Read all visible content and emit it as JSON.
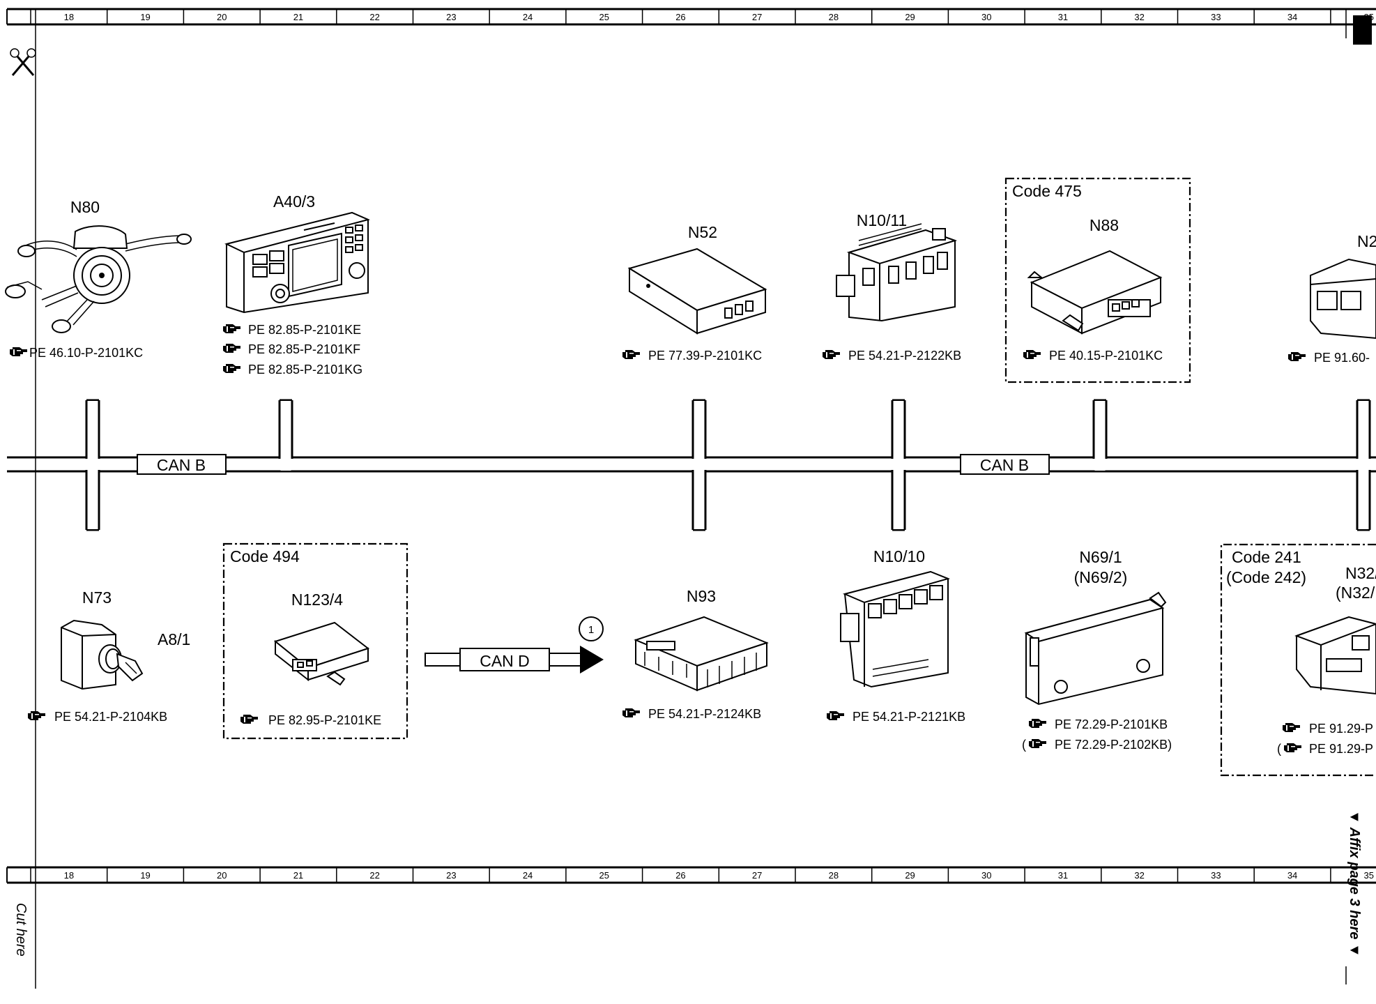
{
  "ruler": {
    "numbers": [
      "18",
      "19",
      "20",
      "21",
      "22",
      "23",
      "24",
      "25",
      "26",
      "27",
      "28",
      "29",
      "30",
      "31",
      "32",
      "33",
      "34",
      "35"
    ]
  },
  "side_text": {
    "cut_here": "Cut here",
    "affix": "▼ Affix page 3 here ▼"
  },
  "bus": {
    "left_label": "CAN B",
    "right_label": "CAN B",
    "can_d_label": "CAN D",
    "marker": "1"
  },
  "code_boxes": {
    "code_475": "Code 475",
    "code_494": "Code 494",
    "code_241": "Code 241",
    "code_242": "(Code 242)"
  },
  "components_top": [
    {
      "label": "N80",
      "refs": [
        "PE 46.10-P-2101KC"
      ]
    },
    {
      "label": "A40/3",
      "refs": [
        "PE 82.85-P-2101KE",
        "PE 82.85-P-2101KF",
        "PE 82.85-P-2101KG"
      ]
    },
    {
      "label": "N52",
      "refs": [
        "PE 77.39-P-2101KC"
      ]
    },
    {
      "label": "N10/11",
      "refs": [
        "PE 54.21-P-2122KB"
      ]
    },
    {
      "label": "N88",
      "refs": [
        "PE 40.15-P-2101KC"
      ]
    },
    {
      "label": "N2",
      "refs": [
        "PE 91.60-"
      ]
    }
  ],
  "components_bottom": [
    {
      "label": "N73",
      "label2": "A8/1",
      "refs": [
        "PE 54.21-P-2104KB"
      ]
    },
    {
      "label": "N123/4",
      "refs": [
        "PE 82.95-P-2101KE"
      ]
    },
    {
      "label": "N93",
      "refs": [
        "PE 54.21-P-2124KB"
      ]
    },
    {
      "label": "N10/10",
      "refs": [
        "PE 54.21-P-2121KB"
      ]
    },
    {
      "label": "N69/1",
      "label2": "(N69/2)",
      "refs": [
        "PE 72.29-P-2101KB",
        "PE 72.29-P-2102KB)"
      ]
    },
    {
      "label": "N32/",
      "label2": "(N32/",
      "refs": [
        "PE 91.29-P",
        "PE 91.29-P"
      ]
    }
  ]
}
